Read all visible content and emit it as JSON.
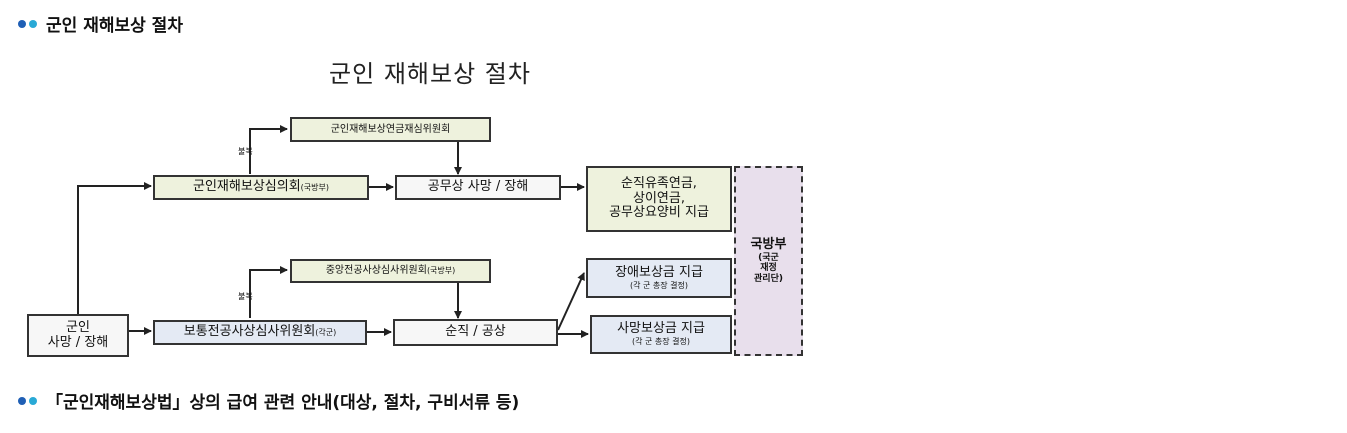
{
  "headings": {
    "top": "군인 재해보상 절차",
    "bottom": "「군인재해보상법」상의 급여 관련 안내(대상, 절차, 구비서류 등)"
  },
  "diagram": {
    "title": "군인 재해보상 절차",
    "nodes": {
      "start": [
        "군인",
        "사망 / 장해"
      ],
      "deliberation_main": "군인재해보상심의회",
      "deliberation_main_sub": "(국방부)",
      "reexam_committee": "군인재해보상연금재심위원회",
      "appeal_label_top": "불복",
      "death_disability": "공무상 사망 / 장해",
      "pension_payment": [
        "순직유족연금,",
        "상이연금,",
        "공무상요양비 지급"
      ],
      "central_committee": "중앙전공사상심사위원회",
      "central_committee_sub": "(국방부)",
      "appeal_label_bottom": "불복",
      "general_committee": "보통전공사상심사위원회",
      "general_committee_sub": "(각군)",
      "death_injury": "순직 / 공상",
      "disability_comp": "장애보상금 지급",
      "disability_comp_sub": "(각 군 총장 결정)",
      "death_comp": "사망보상금 지급",
      "death_comp_sub": "(각 군 총장 결정)",
      "ministry": "국방부",
      "ministry_sub": [
        "(국군",
        "재정",
        "관리단)"
      ]
    }
  },
  "colors": {
    "bullet_blue": "#1f5fb5",
    "bullet_cyan": "#29a9d6",
    "box_green": "#eef2dd",
    "box_blue": "#e4eaf4",
    "box_ministry": "#e8dfec"
  }
}
